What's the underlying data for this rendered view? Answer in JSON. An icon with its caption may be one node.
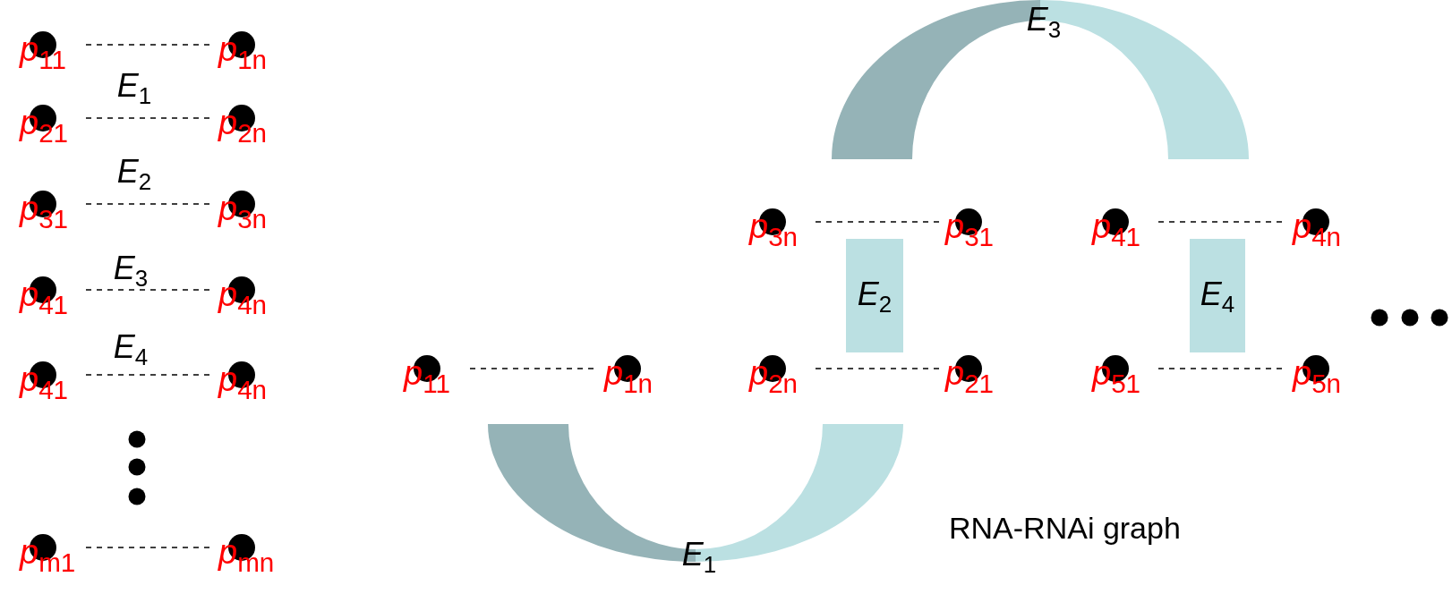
{
  "diagram": {
    "nodes": [
      {
        "text": [
          "*p*$_{11}$"
        ]
      },
      {
        "text": [
          "*p*$_{1n}$"
        ]
      },
      {
        "text": [
          "*p*$_{21}$"
        ]
      },
      {
        "text": [
          "*p*$_{2n}$"
        ]
      },
      {
        "text": [
          "*p*$_{31}$"
        ]
      },
      {
        "text": [
          "*p*$_{3n}$"
        ]
      },
      {
        "text": [
          "*p*$_{41}$"
        ]
      },
      {
        "text": [
          "*p*$_{4n}$"
        ]
      },
      {
        "text": [
          "*p*$_{41}$"
        ]
      },
      {
        "text": [
          "*p*$_{4n}$"
        ]
      },
      {
        "text": [
          "*p*$_{m1}$"
        ]
      },
      {
        "text": [
          "*p*$_{mn}$"
        ]
      },
      {
        "text": [
          "*E*$_{3}$"
        ]
      },
      {
        "text": [
          "*p*$_{3n}$"
        ]
      },
      {
        "text": [
          "*p*$_{31}$"
        ]
      },
      {
        "text": [
          "*p*$_{41}$"
        ]
      },
      {
        "text": [
          "*p*$_{4n}$"
        ]
      },
      {
        "text": [
          "*E*$_{2}$"
        ]
      },
      {
        "text": [
          "*E*$_{4}$"
        ]
      },
      {
        "text": [
          "*p*$_{11}$"
        ]
      },
      {
        "text": [
          "*p*$_{1n}$"
        ]
      },
      {
        "text": [
          "*p*$_{2n}$"
        ]
      },
      {
        "text": [
          "*p*$_{21}$"
        ]
      },
      {
        "text": [
          "*p*$_{51}$"
        ]
      },
      {
        "text": [
          "*p*$_{5n}$"
        ]
      },
      {
        "text": [
          "*E*$_{1}$"
        ]
      }
    ],
    "edges": [
      {
        "from": 0,
        "to": 1,
        "arrow": "none",
        "style": "dashed"
      },
      {
        "from": 2,
        "to": 3,
        "arrow": "none",
        "style": "dashed"
      },
      {
        "from": 4,
        "to": 5,
        "arrow": "none",
        "style": "dashed"
      },
      {
        "from": 6,
        "to": 7,
        "arrow": "none",
        "style": "dashed"
      },
      {
        "from": 8,
        "to": 9,
        "arrow": "none",
        "style": "dashed"
      },
      {
        "from": 10,
        "to": 11,
        "arrow": "none",
        "style": "dashed"
      },
      {
        "from": 13,
        "to": 14,
        "arrow": "none",
        "style": "dashed"
      },
      {
        "from": 15,
        "to": 16,
        "arrow": "none",
        "style": "dashed"
      },
      {
        "from": 19,
        "to": 20,
        "arrow": "none",
        "style": "dashed"
      },
      {
        "from": 21,
        "to": 22,
        "arrow": "none",
        "style": "dashed"
      },
      {
        "from": 23,
        "to": 24,
        "arrow": "none",
        "style": "dashed"
      }
    ],
    "labels": [
      "*E*$_{1}$",
      "*E*$_{2}$",
      "*E*$_{3}$",
      "*E*$_{4}$",
      "RNA-RNAi graph"
    ]
  }
}
